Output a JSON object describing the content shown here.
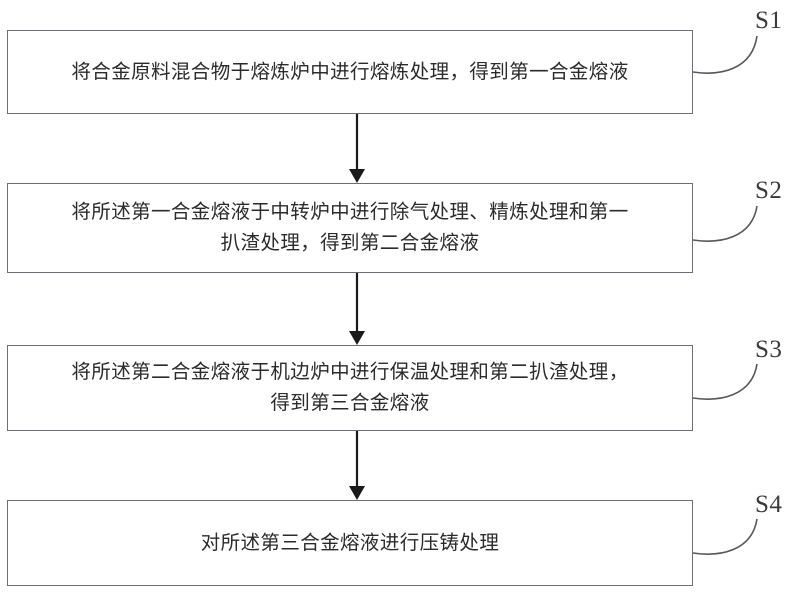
{
  "figure": {
    "type": "process-flowchart",
    "orientation": "top-to-bottom",
    "background_color": "#ffffff",
    "box_border_color": "#6b6f73",
    "text_color": "#2b2b2b",
    "connector_color": "#1a1a1a"
  },
  "steps": [
    {
      "id": "S1",
      "label": "S1",
      "text": "将合金原料混合物于熔炼炉中进行熔炼处理，得到第一合金熔液"
    },
    {
      "id": "S2",
      "label": "S2",
      "text": "将所述第一合金熔液于中转炉中进行除气处理、精炼处理和第一\n扒渣处理，得到第二合金熔液"
    },
    {
      "id": "S3",
      "label": "S3",
      "text": "将所述第二合金熔液于机边炉中进行保温处理和第二扒渣处理，\n得到第三合金熔液"
    },
    {
      "id": "S4",
      "label": "S4",
      "text": "对所述第三合金熔液进行压铸处理"
    }
  ],
  "connectors": [
    {
      "from": "S1",
      "to": "S2",
      "kind": "arrow-down"
    },
    {
      "from": "S2",
      "to": "S3",
      "kind": "arrow-down"
    },
    {
      "from": "S3",
      "to": "S4",
      "kind": "arrow-down"
    }
  ],
  "leader_lines": [
    {
      "for": "S1",
      "kind": "curved-leader"
    },
    {
      "for": "S2",
      "kind": "curved-leader"
    },
    {
      "for": "S3",
      "kind": "curved-leader"
    },
    {
      "for": "S4",
      "kind": "curved-leader"
    }
  ]
}
